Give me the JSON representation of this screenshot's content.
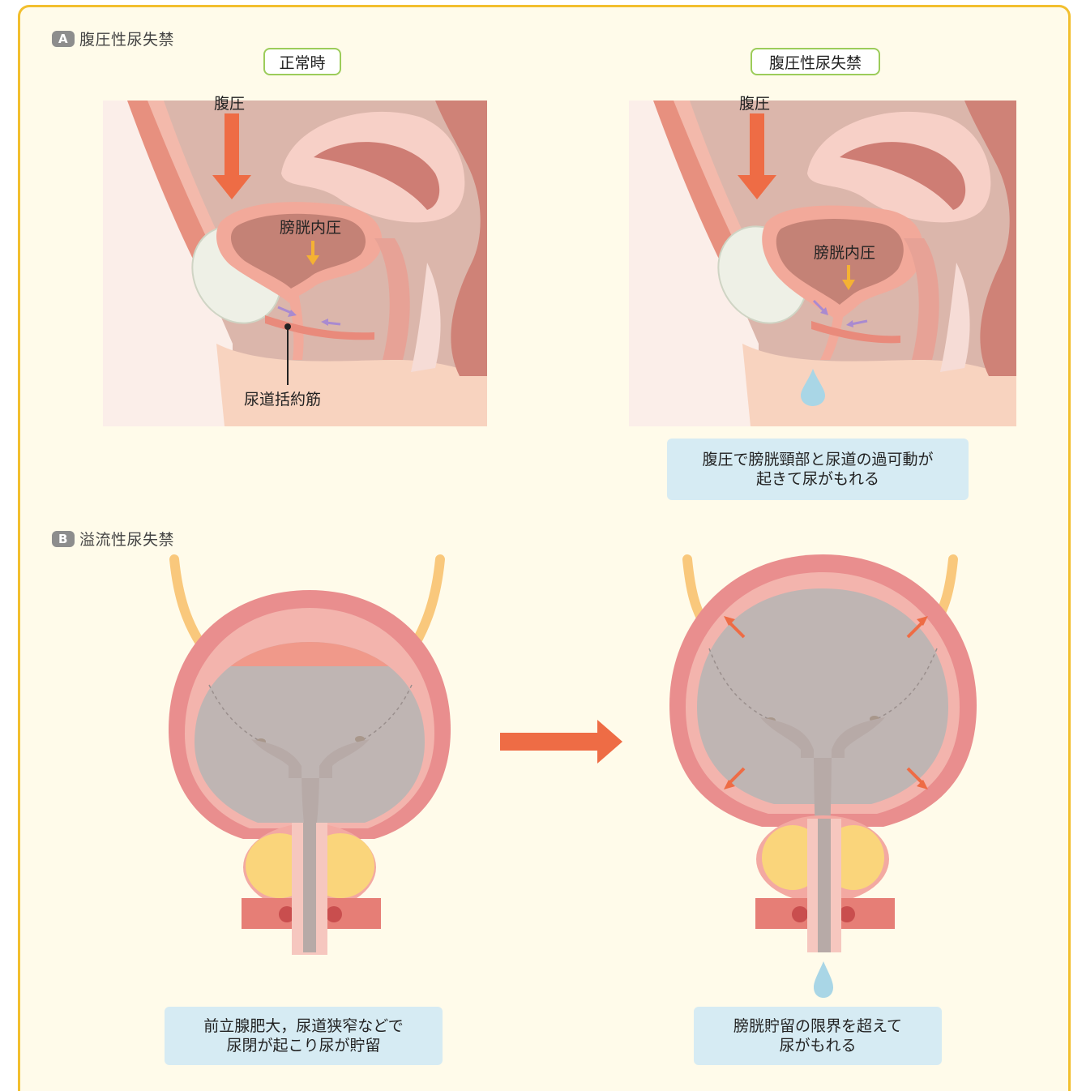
{
  "section_a": {
    "badge": "A",
    "title": "腹圧性尿失禁",
    "normal": {
      "tag": "正常時",
      "pressure_label": "腹圧",
      "bladder_pressure_label": "膀胱内圧",
      "sphincter_label": "尿道括約筋"
    },
    "stress": {
      "tag": "腹圧性尿失禁",
      "pressure_label": "腹圧",
      "bladder_pressure_label": "膀胱内圧",
      "note_line1": "腹圧で膀胱頸部と尿道の過可動が",
      "note_line2": "起きて尿がもれる"
    }
  },
  "section_b": {
    "badge": "B",
    "title": "溢流性尿失禁",
    "left_note_line1": "前立腺肥大，尿道狭窄などで",
    "left_note_line2": "尿閉が起こり尿が貯留",
    "right_note_line1": "膀胱貯留の限界を超えて",
    "right_note_line2": "尿がもれる"
  },
  "colors": {
    "frame_border": "#f2bf2e",
    "background": "#fffbea",
    "arrow_orange": "#ee6c45",
    "pressure_arrow_yellow": "#f5b233",
    "muscle_arrow_purple": "#a98ad0",
    "note_blue": "#d6ebf3",
    "urine_drop": "#a9d6e6"
  }
}
